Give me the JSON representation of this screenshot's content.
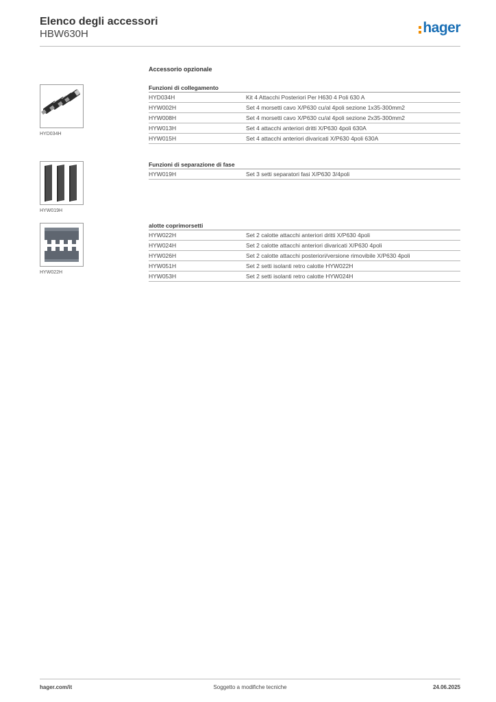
{
  "header": {
    "title": "Elenco degli accessori",
    "subtitle": "HBW630H",
    "logo_text": "hager",
    "logo_color": "#1a6fb5",
    "logo_dot_color": "#f08c00"
  },
  "section_heading": "Accessorio opzionale",
  "groups": [
    {
      "title": "Funzioni di collegamento",
      "image_caption": "HYD034H",
      "image_icon": "rear-terminals-image",
      "rows": [
        {
          "code": "HYD034H",
          "description": "Kit 4 Attacchi Posteriori Per H630 4 Poli 630 A"
        },
        {
          "code": "HYW002H",
          "description": "Set 4 morsetti cavo X/P630 cu/al 4poli sezione 1x35-300mm2"
        },
        {
          "code": "HYW008H",
          "description": "Set 4 morsetti cavo X/P630 cu/al 4poli sezione 2x35-300mm2"
        },
        {
          "code": "HYW013H",
          "description": "Set 4 attacchi anteriori dritti X/P630 4poli 630A"
        },
        {
          "code": "HYW015H",
          "description": "Set 4 attacchi anteriori divaricati X/P630 4poli 630A"
        }
      ]
    },
    {
      "title": "Funzioni di separazione di fase",
      "image_caption": "HYW019H",
      "image_icon": "phase-separators-image",
      "rows": [
        {
          "code": "HYW019H",
          "description": "Set 3 setti separatori fasi X/P630 3/4poli"
        }
      ]
    },
    {
      "title": "alotte coprimorsetti",
      "image_caption": "HYW022H",
      "image_icon": "terminal-covers-image",
      "rows": [
        {
          "code": "HYW022H",
          "description": "Set 2 calotte attacchi anteriori dritti X/P630 4poli"
        },
        {
          "code": "HYW024H",
          "description": "Set 2 calotte attacchi anteriori divaricati X/P630 4poli"
        },
        {
          "code": "HYW026H",
          "description": "Set 2 calotte attacchi posteriori/versione rimovibile X/P630 4poli"
        },
        {
          "code": "HYW051H",
          "description": "Set 2 setti isolanti retro calotte HYW022H"
        },
        {
          "code": "HYW053H",
          "description": "Set 2 setti isolanti retro calotte HYW024H"
        }
      ]
    }
  ],
  "footer": {
    "website": "hager.com/it",
    "note": "Soggetto a modifiche tecniche",
    "date": "24.06.2025"
  }
}
